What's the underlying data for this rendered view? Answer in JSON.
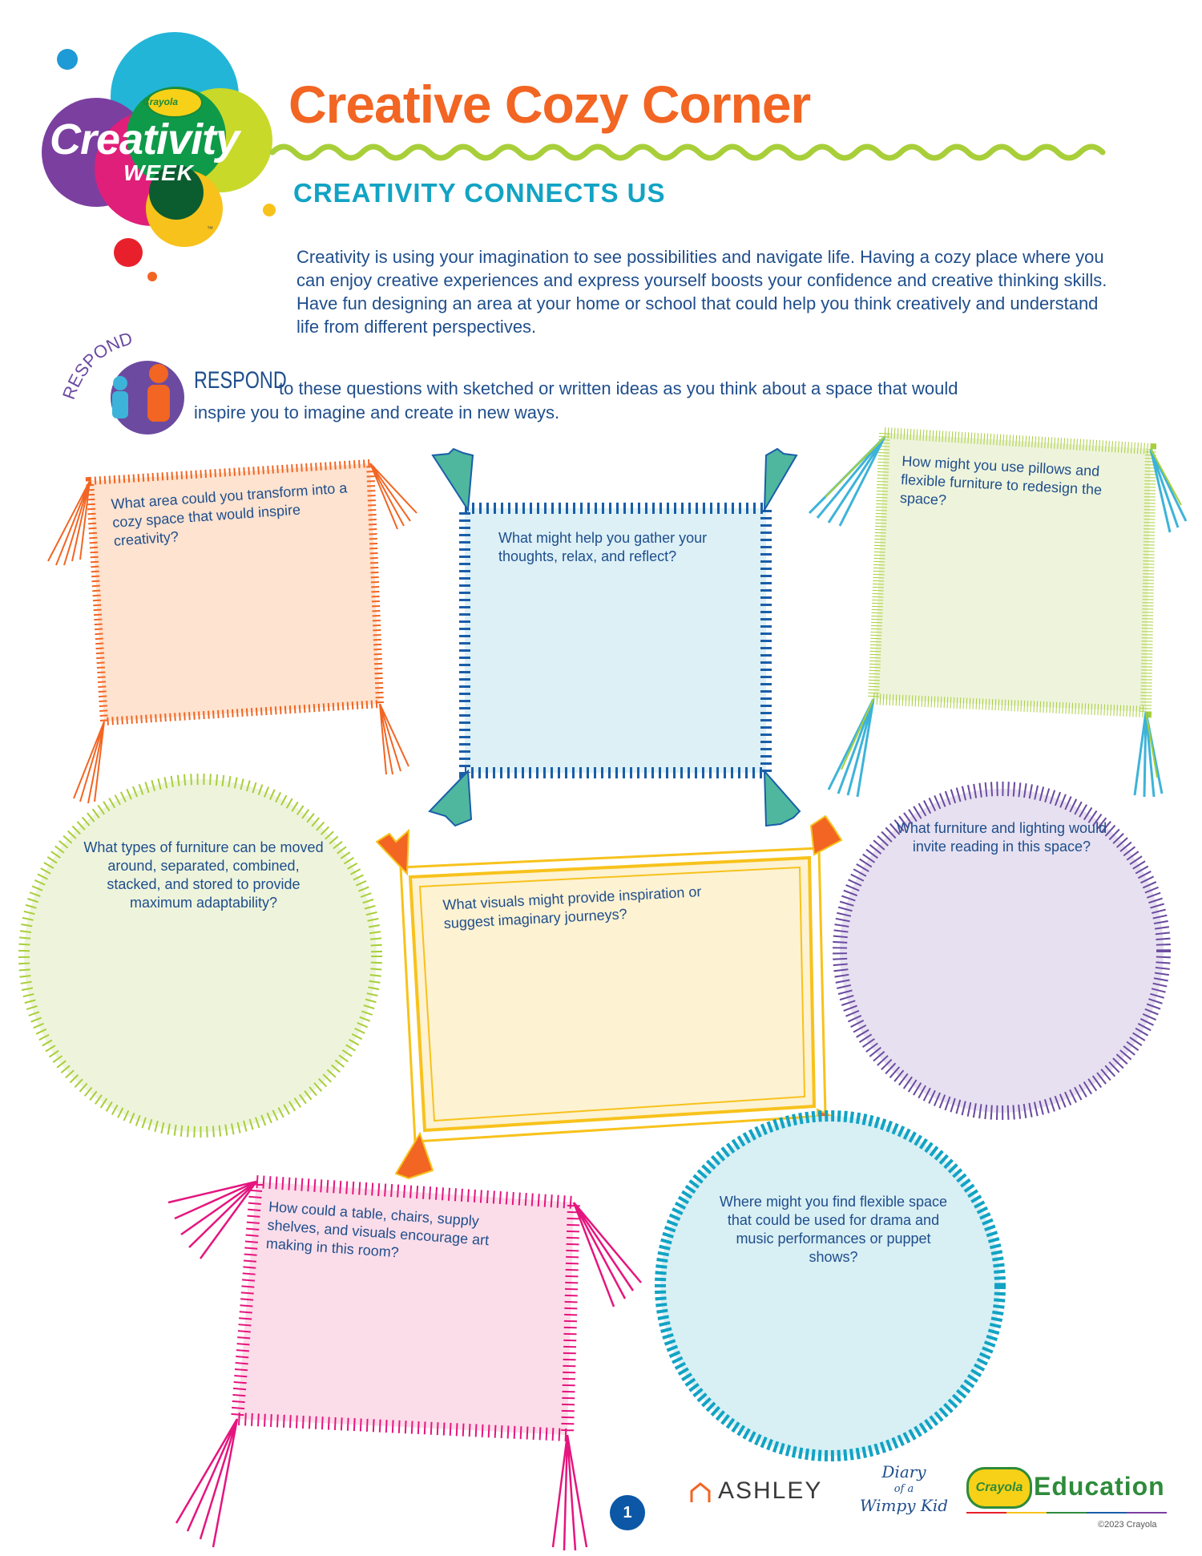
{
  "logo": {
    "crayola": "Crayola",
    "creativity": "Creativity",
    "week": "WEEK",
    "tm": "™"
  },
  "header": {
    "title": "Creative Cozy Corner",
    "subtitle": "CREATIVITY CONNECTS US"
  },
  "intro": "Creativity is using your imagination to see possibilities and navigate life. Having a cozy place where you can enjoy creative experiences and express yourself boosts your confidence and creative thinking skills. Have fun designing an area at your home or school that could help you think creatively and understand life from different perspectives.",
  "respond": {
    "badge_label": "RESPOND",
    "word": "RESPOND",
    "text": "to these questions with sketched or written ideas as you think about a space that would inspire you to imagine and create in new ways."
  },
  "questions": {
    "q1": "What area could you transform into a cozy space that would inspire creativity?",
    "q2": "What might help you gather your thoughts, relax, and reflect?",
    "q3": "How might you use pillows and flexible furniture to redesign the space?",
    "q4": "What types of furniture can be moved around, separated, combined, stacked, and stored to provide maximum adaptability?",
    "q5": "What visuals might provide inspiration or suggest imaginary journeys?",
    "q6": "What furniture and lighting would invite reading in this space?",
    "q7": "How could a table, chairs, supply shelves, and visuals encourage art making in this room?",
    "q8": "Where might you find flexible space that could be used for drama and music performances or puppet shows?"
  },
  "footer": {
    "page_number": "1",
    "ashley": "ASHLEY",
    "diary_line1": "Diary",
    "diary_line2": "of a",
    "diary_line3": "Wimpy Kid",
    "crayola": "Crayola",
    "education": "Education",
    "copyright": "©2023 Crayola"
  },
  "colors": {
    "orange": "#f26522",
    "teal": "#12a3c4",
    "navy": "#1f4e8c",
    "lime": "#a8cf3a",
    "purple": "#6b4aa0",
    "magenta": "#e5157e",
    "yellow": "#f7c21c",
    "blue": "#1a5ea8"
  }
}
